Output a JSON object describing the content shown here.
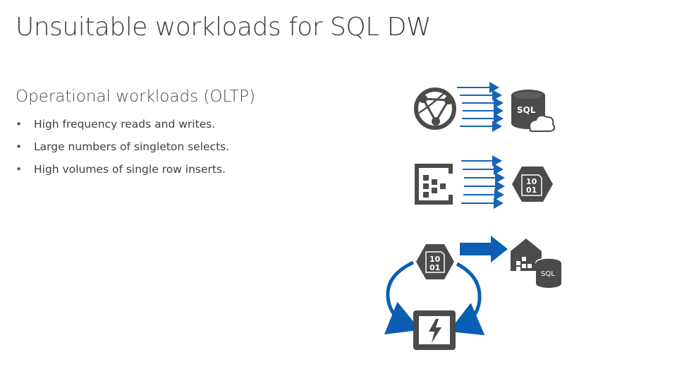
{
  "slide": {
    "title": "Unsuitable workloads for SQL DW",
    "subtitle": "Operational workloads (OLTP)",
    "bullets": [
      "High frequency reads and writes.",
      "Large numbers of singleton selects.",
      "High volumes of single row inserts."
    ]
  },
  "diagram": {
    "sql_db_label": "SQL",
    "binary_line1": "10",
    "binary_line2": "01",
    "binary_line1_b": "10",
    "binary_line2_b": "01",
    "dw_sql_label": "SQL",
    "icons": [
      "globe-network-icon",
      "sql-database-cloud-icon",
      "event-hub-icon",
      "binary-storage-icon",
      "stream-analytics-icon",
      "data-warehouse-icon"
    ],
    "colors": {
      "arrow_blue": "#1565b7",
      "icon_gray": "#4b4b4b",
      "accent_blue": "#0a5fb4"
    }
  }
}
